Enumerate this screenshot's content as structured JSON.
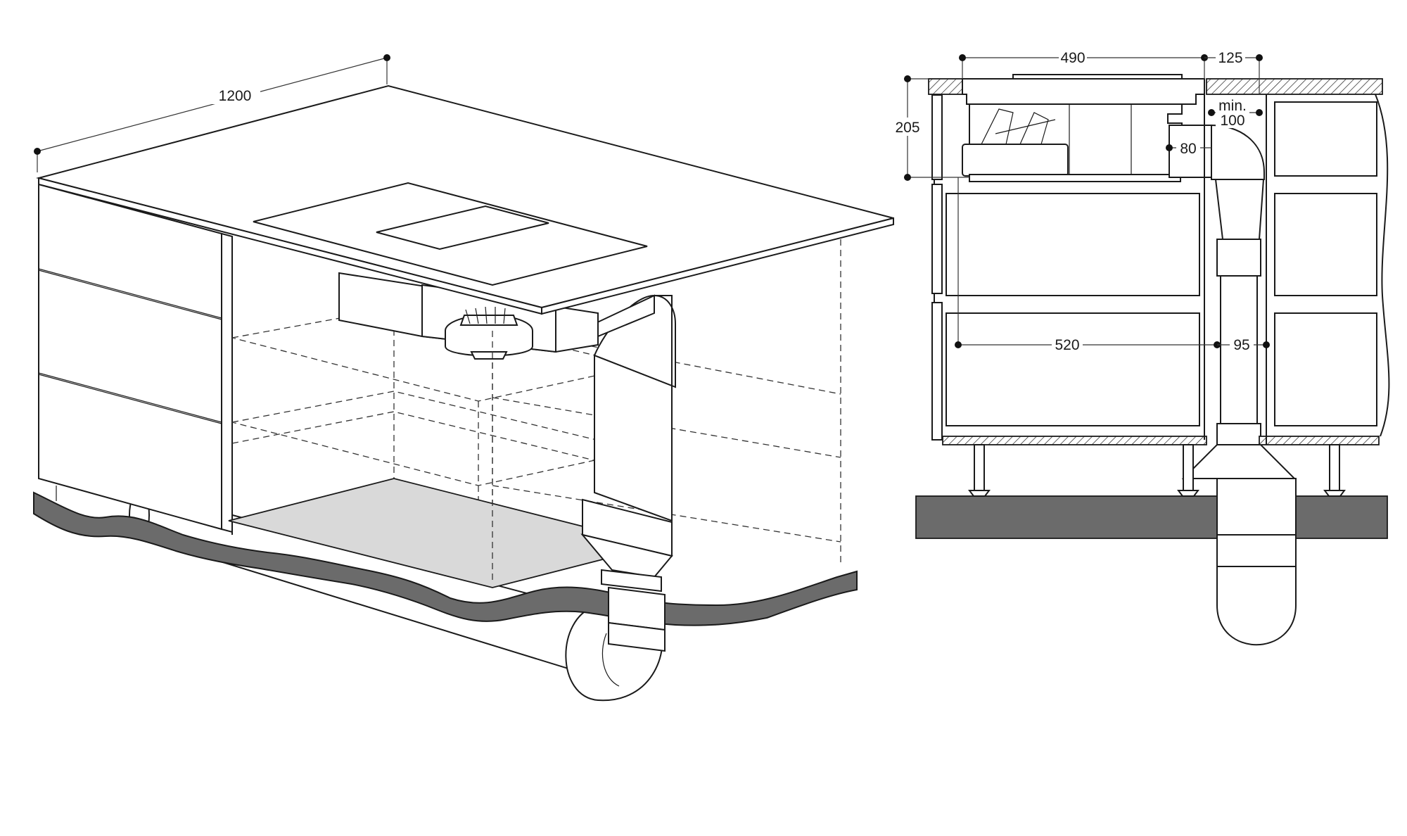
{
  "dimensions": {
    "worktop_width": "1200",
    "hob_depth": "490",
    "rear_gap": "125",
    "height": "205",
    "min_label": "min.",
    "min_value": "100",
    "duct_depth": "80",
    "cabinet_depth": "520",
    "plinth_gap": "95"
  },
  "colors": {
    "line": "#1a1a1a",
    "floor": "#6b6b6b",
    "filter_tray": "#d9d9d9",
    "background": "#ffffff"
  }
}
